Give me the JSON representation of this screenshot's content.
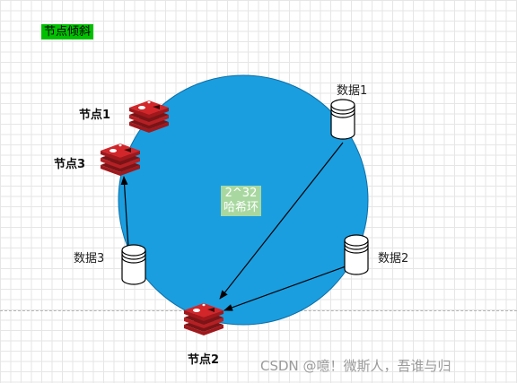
{
  "title": "节点倾斜",
  "ring_label_line1": "2^32",
  "ring_label_line2": "哈希环",
  "nodes": [
    {
      "label": "节点1",
      "icon": "redis-icon"
    },
    {
      "label": "节点3",
      "icon": "redis-icon"
    },
    {
      "label": "节点2",
      "icon": "redis-icon"
    }
  ],
  "data_items": [
    {
      "label": "数据1",
      "icon": "database-icon"
    },
    {
      "label": "数据3",
      "icon": "database-icon"
    },
    {
      "label": "数据2",
      "icon": "database-icon"
    }
  ],
  "watermark": "CSDN @噫！微斯人，吾谁与归",
  "colors": {
    "ring": "#1a9ee0",
    "ring_stroke": "#0d6fa6",
    "node_red": "#b52024",
    "title_bg": "#00c000",
    "label_bg": "#a8d8a0"
  }
}
